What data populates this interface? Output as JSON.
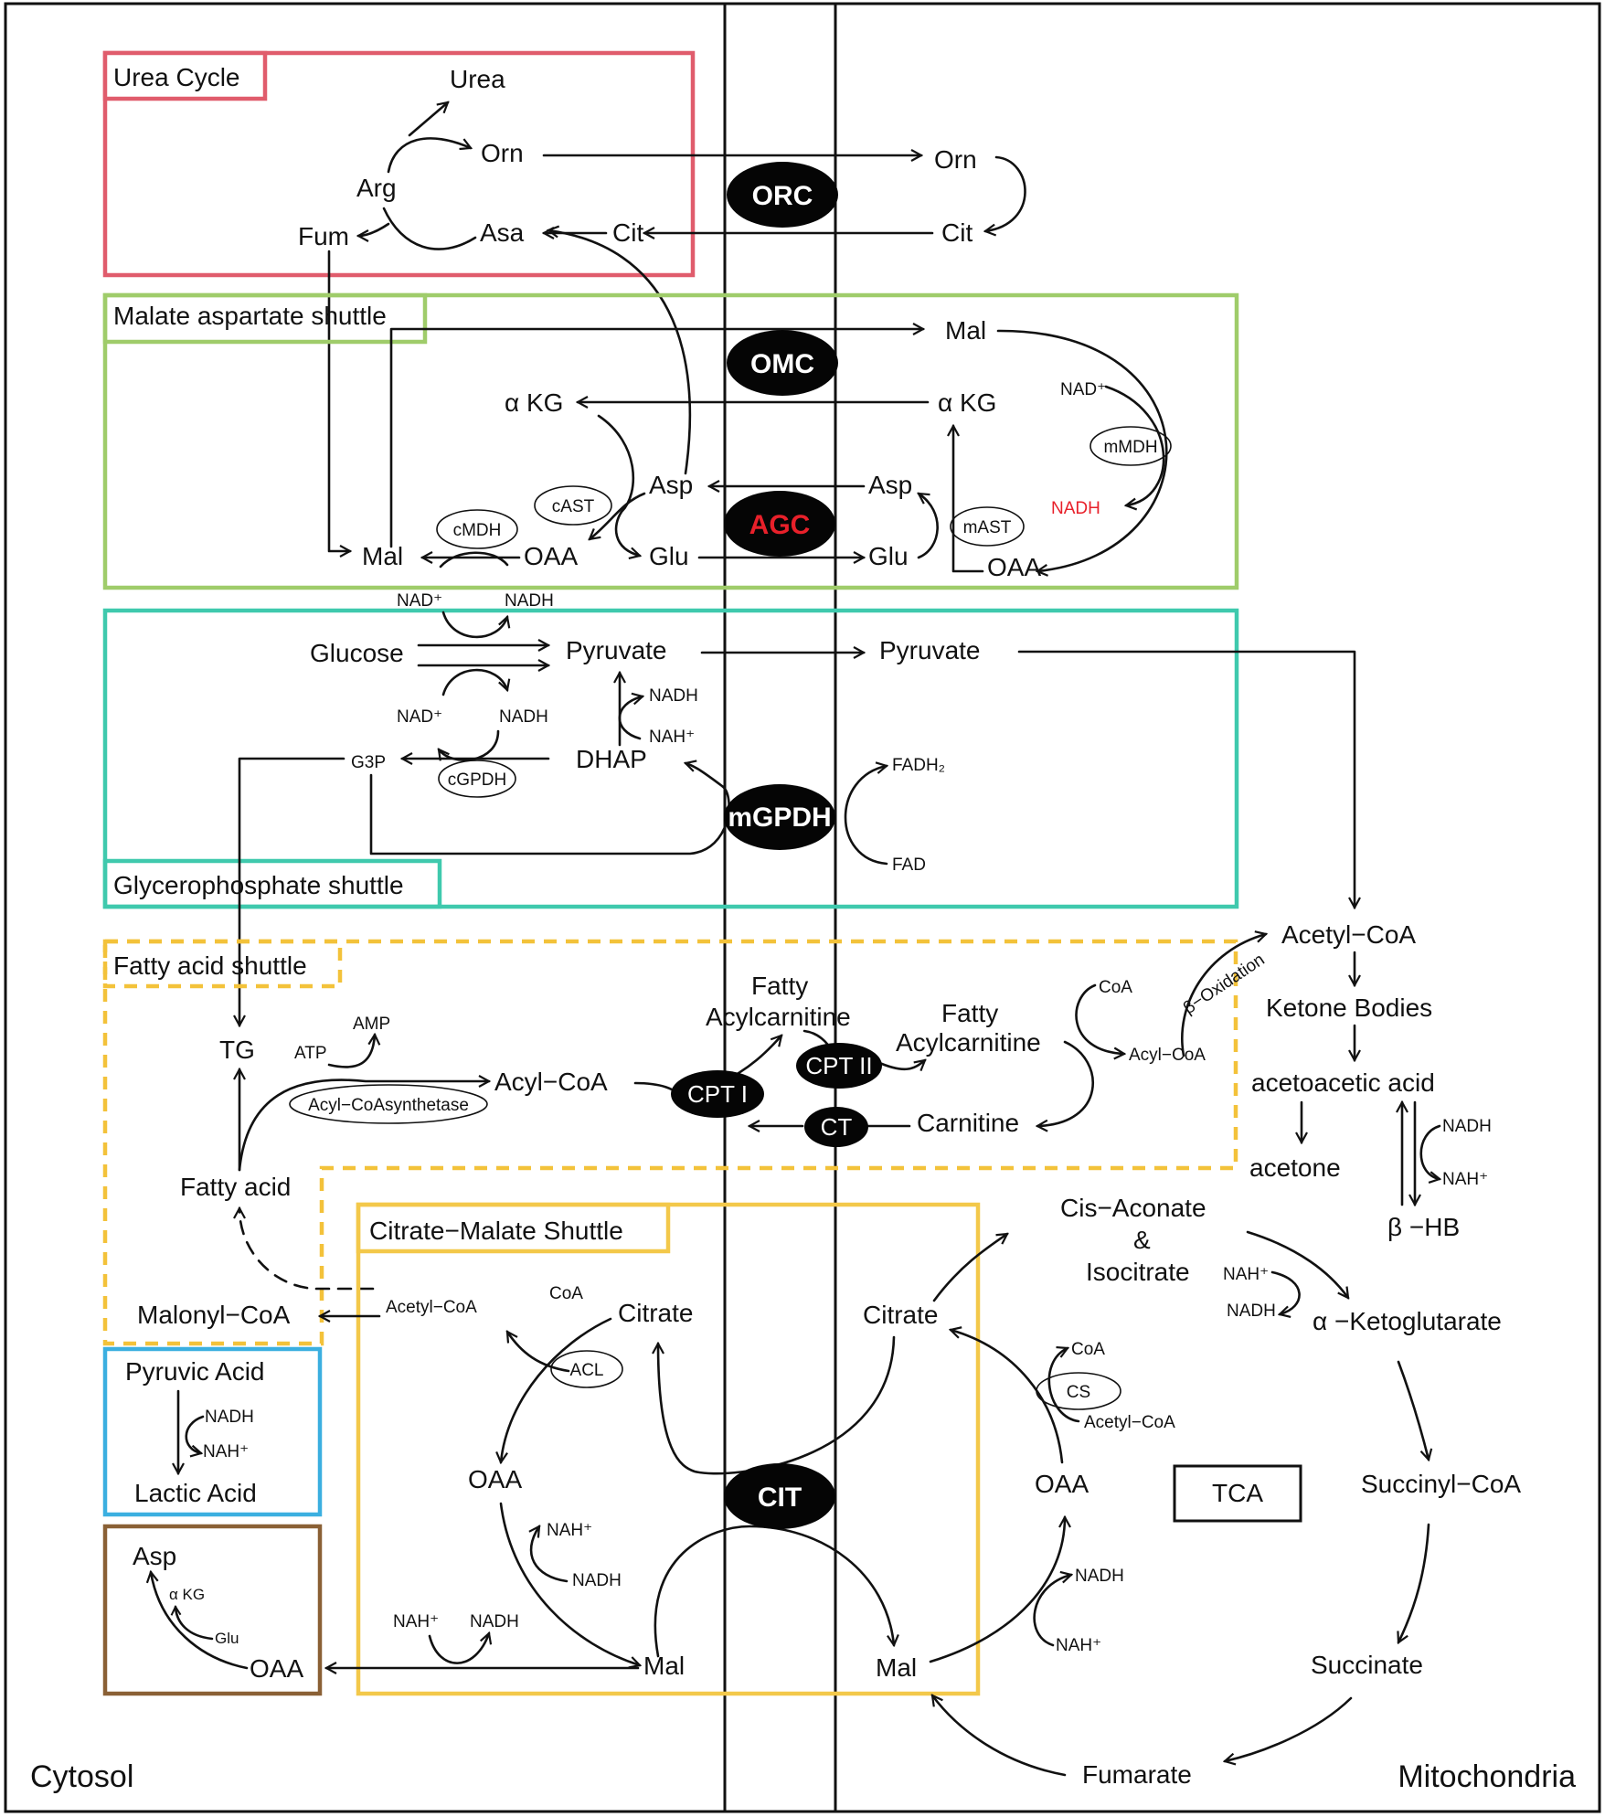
{
  "regions": {
    "cytosol": "Cytosol",
    "mitochondria": "Mitochondria"
  },
  "boxes": {
    "urea": {
      "title": "Urea Cycle",
      "color": "#e05c6c"
    },
    "malate_aspartate": {
      "title": "Malate aspartate shuttle",
      "color": "#9fcc6a"
    },
    "glycerophosphate": {
      "title": "Glycerophosphate shuttle",
      "color": "#3fc9ad"
    },
    "fatty_acid": {
      "title": "Fatty acid shuttle",
      "color": "#f3c23a"
    },
    "citrate_malate": {
      "title": "Citrate−Malate Shuttle",
      "color": "#f3c84a"
    },
    "pyruvic": {
      "color": "#3bafe0"
    },
    "asp": {
      "color": "#8a6035"
    },
    "tca": {
      "title": "TCA"
    }
  },
  "transporters": {
    "orc": "ORC",
    "omc": "OMC",
    "agc": "AGC",
    "mgpdh": "mGPDH",
    "cpt1": "CPT I",
    "cpt2": "CPT II",
    "ct": "CT",
    "cit": "CIT",
    "agc_color": "#e8202a"
  },
  "enzymes": {
    "cmdh": "cMDH",
    "cast": "cAST",
    "mast": "mAST",
    "mmdh": "mMDH",
    "cgpdh": "cGPDH",
    "acs": "Acyl−CoAsynthetase",
    "acl": "ACL",
    "cs": "CS"
  },
  "metabolites": {
    "urea": "Urea",
    "orn": "Orn",
    "arg": "Arg",
    "fum": "Fum",
    "asa": "Asa",
    "cit": "Cit",
    "orn_m": "Orn",
    "cit_m": "Cit",
    "mal_m": "Mal",
    "akg_c": "α KG",
    "akg_m": "α KG",
    "asp_c": "Asp",
    "asp_m": "Asp",
    "glu_c": "Glu",
    "glu_m": "Glu",
    "mal_c": "Mal",
    "oaa_c": "OAA",
    "oaa_m": "OAA",
    "nadh_red": "NADH",
    "nadh_red_color": "#e8202a",
    "glucose": "Glucose",
    "pyruvate_c": "Pyruvate",
    "pyruvate_m": "Pyruvate",
    "g3p": "G3P",
    "dhap": "DHAP",
    "fadh2": "FADH₂",
    "fad": "FAD",
    "tg": "TG",
    "atp": "ATP",
    "amp": "AMP",
    "acyl_coa_c": "Acyl−CoA",
    "fatty_acylcarnitine_c_1": "Fatty",
    "fatty_acylcarnitine_c_2": "Acylcarnitine",
    "fatty_acylcarnitine_m_1": "Fatty",
    "fatty_acylcarnitine_m_2": "Acylcarnitine",
    "carnitine": "Carnitine",
    "coa_fa": "CoA",
    "acyl_coa_m": "Acyl−CoA",
    "beta_ox": "β−Oxidation",
    "acetyl_coa_m": "Acetyl−CoA",
    "ketone_bodies": "Ketone Bodies",
    "acetoacetic": "acetoacetic acid",
    "acetone": "acetone",
    "beta_hb": "β −HB",
    "fatty_acid": "Fatty acid",
    "malonyl_coa": "Malonyl−CoA",
    "acetyl_coa_c": "Acetyl−CoA",
    "coa_c": "CoA",
    "citrate_c": "Citrate",
    "oaa_cm": "OAA",
    "mal_cm": "Mal",
    "citrate_m": "Citrate",
    "coa_m": "CoA",
    "acetyl_coa_cs": "Acetyl−CoA",
    "oaa_tca": "OAA",
    "mal_tca": "Mal",
    "cis_aconate": "Cis−Aconate",
    "amp_sign": "&",
    "isocitrate": "Isocitrate",
    "akg_tca": "α −Ketoglutarate",
    "succinyl_coa": "Succinyl−CoA",
    "succinate": "Succinate",
    "fumarate": "Fumarate",
    "pyruvic_acid": "Pyruvic Acid",
    "lactic_acid": "Lactic Acid",
    "asp_b": "Asp",
    "akg_b": "α KG",
    "glu_b": "Glu",
    "oaa_b": "OAA"
  },
  "cofactors": {
    "nad_mmdh": "NAD⁺",
    "nad_cmdh": "NAD⁺",
    "nadh_cmdh": "NADH",
    "nad_glyc": "NAD⁺",
    "nadh_glyc": "NADH",
    "nadh_dhap": "NADH",
    "nah_dhap": "NAH⁺",
    "nadh_keto": "NADH",
    "nah_keto": "NAH⁺",
    "nah_iso": "NAH⁺",
    "nadh_iso": "NADH",
    "nah_oaa": "NAH⁺",
    "nadh_oaa": "NADH",
    "nah_mal": "NAH⁺",
    "nadh_mal": "NADH",
    "nadh_tca": "NADH",
    "nah_tca": "NAH⁺",
    "nadh_pyr": "NADH",
    "nah_pyr": "NAH⁺"
  }
}
